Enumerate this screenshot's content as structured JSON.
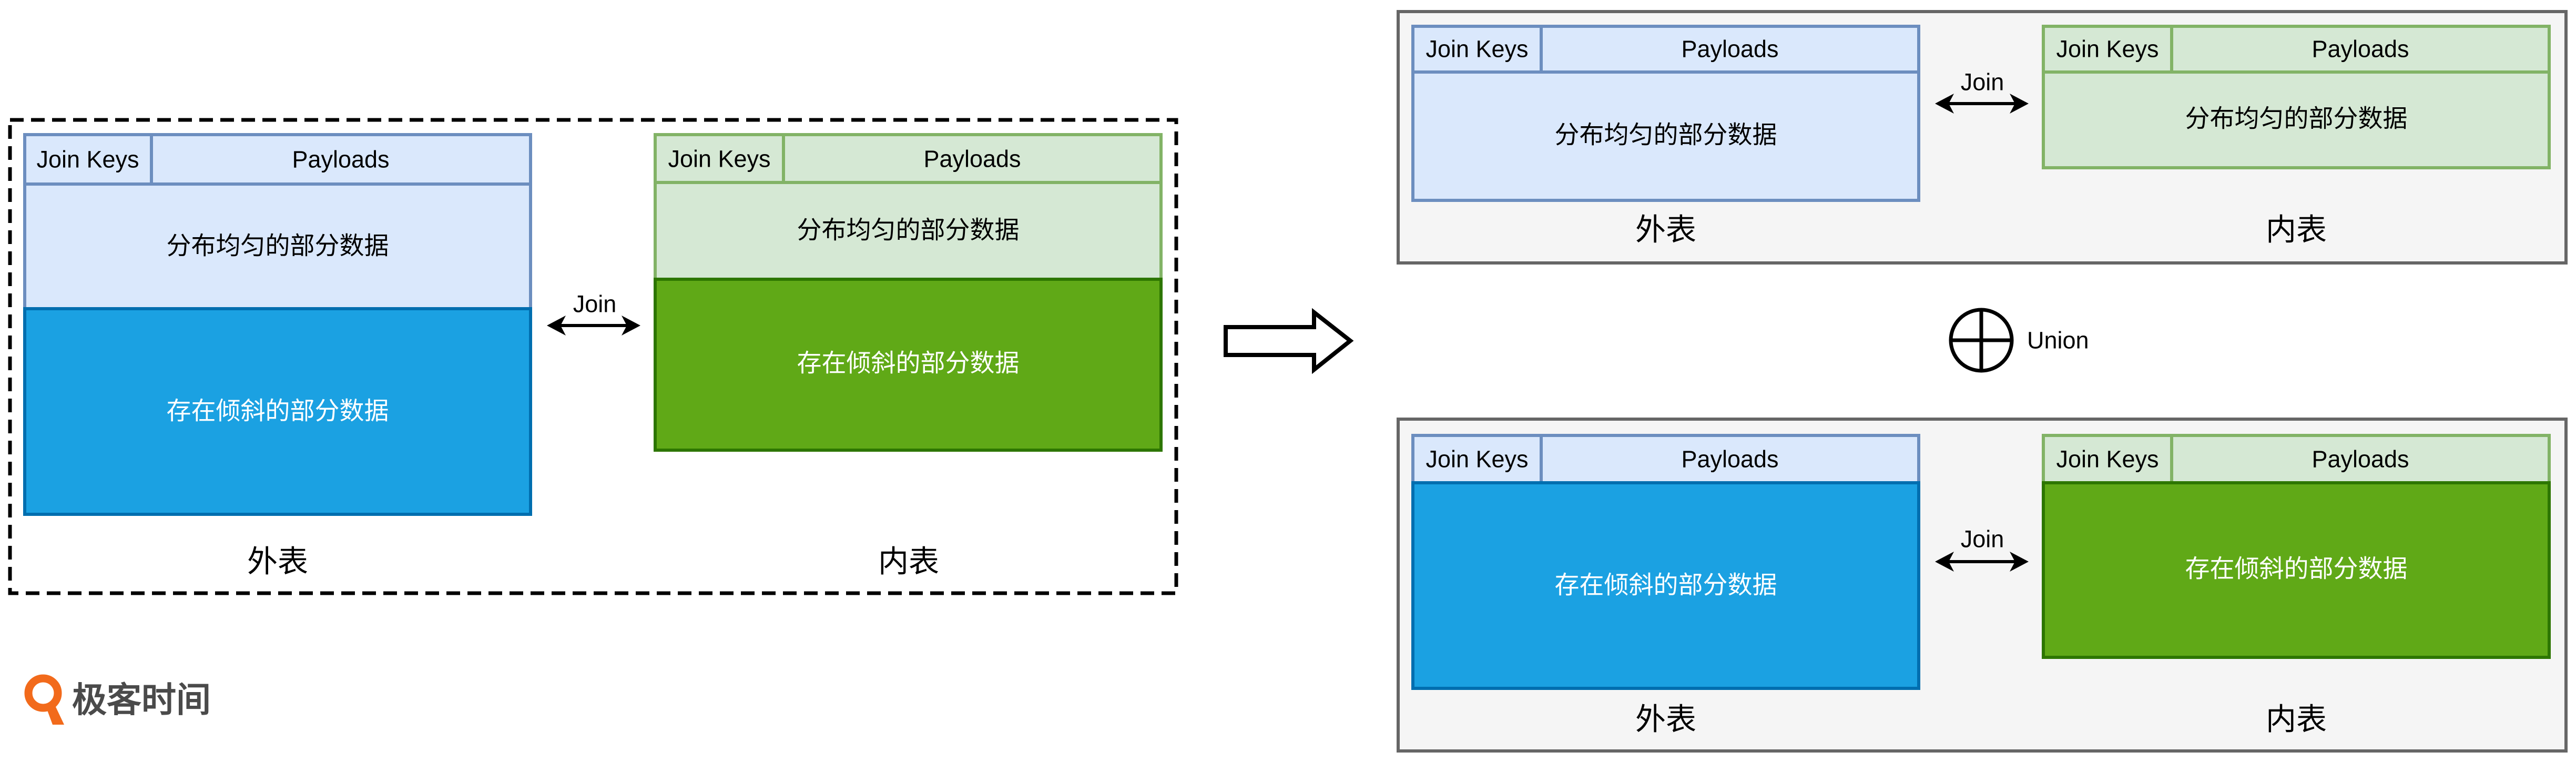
{
  "left_panel": {
    "outer_table": {
      "join_keys": "Join Keys",
      "payloads": "Payloads",
      "uniform_data": "分布均匀的部分数据",
      "skewed_data": "存在倾斜的部分数据",
      "label": "外表"
    },
    "inner_table": {
      "join_keys": "Join Keys",
      "payloads": "Payloads",
      "uniform_data": "分布均匀的部分数据",
      "skewed_data": "存在倾斜的部分数据",
      "label": "内表"
    },
    "join_label": "Join",
    "join_icon": "double-headed-arrow-icon"
  },
  "transform_icon": "hollow-right-arrow-icon",
  "right_panel": {
    "uniform_group": {
      "outer_table": {
        "join_keys": "Join Keys",
        "payloads": "Payloads",
        "data": "分布均匀的部分数据",
        "label": "外表"
      },
      "inner_table": {
        "join_keys": "Join Keys",
        "payloads": "Payloads",
        "data": "分布均匀的部分数据",
        "label": "内表"
      },
      "join_label": "Join"
    },
    "union": {
      "icon": "circle-plus-icon",
      "label": "Union"
    },
    "skewed_group": {
      "outer_table": {
        "join_keys": "Join Keys",
        "payloads": "Payloads",
        "data": "存在倾斜的部分数据",
        "label": "外表"
      },
      "inner_table": {
        "join_keys": "Join Keys",
        "payloads": "Payloads",
        "data": "存在倾斜的部分数据",
        "label": "内表"
      },
      "join_label": "Join"
    }
  },
  "logo": {
    "icon": "geektime-logo-icon",
    "text": "极客时间"
  },
  "colors": {
    "outer_uniform_fill": "#dae8fc",
    "outer_uniform_stroke": "#6c8ebf",
    "outer_skewed_fill": "#1ba1e2",
    "outer_skewed_stroke": "#006eaf",
    "inner_uniform_fill": "#d5e8d4",
    "inner_uniform_stroke": "#82b366",
    "inner_skewed_fill": "#60a917",
    "inner_skewed_stroke": "#2d7600",
    "group_box_fill": "#f5f5f5",
    "group_box_stroke": "#666666",
    "logo_accent": "#f26a1b"
  }
}
